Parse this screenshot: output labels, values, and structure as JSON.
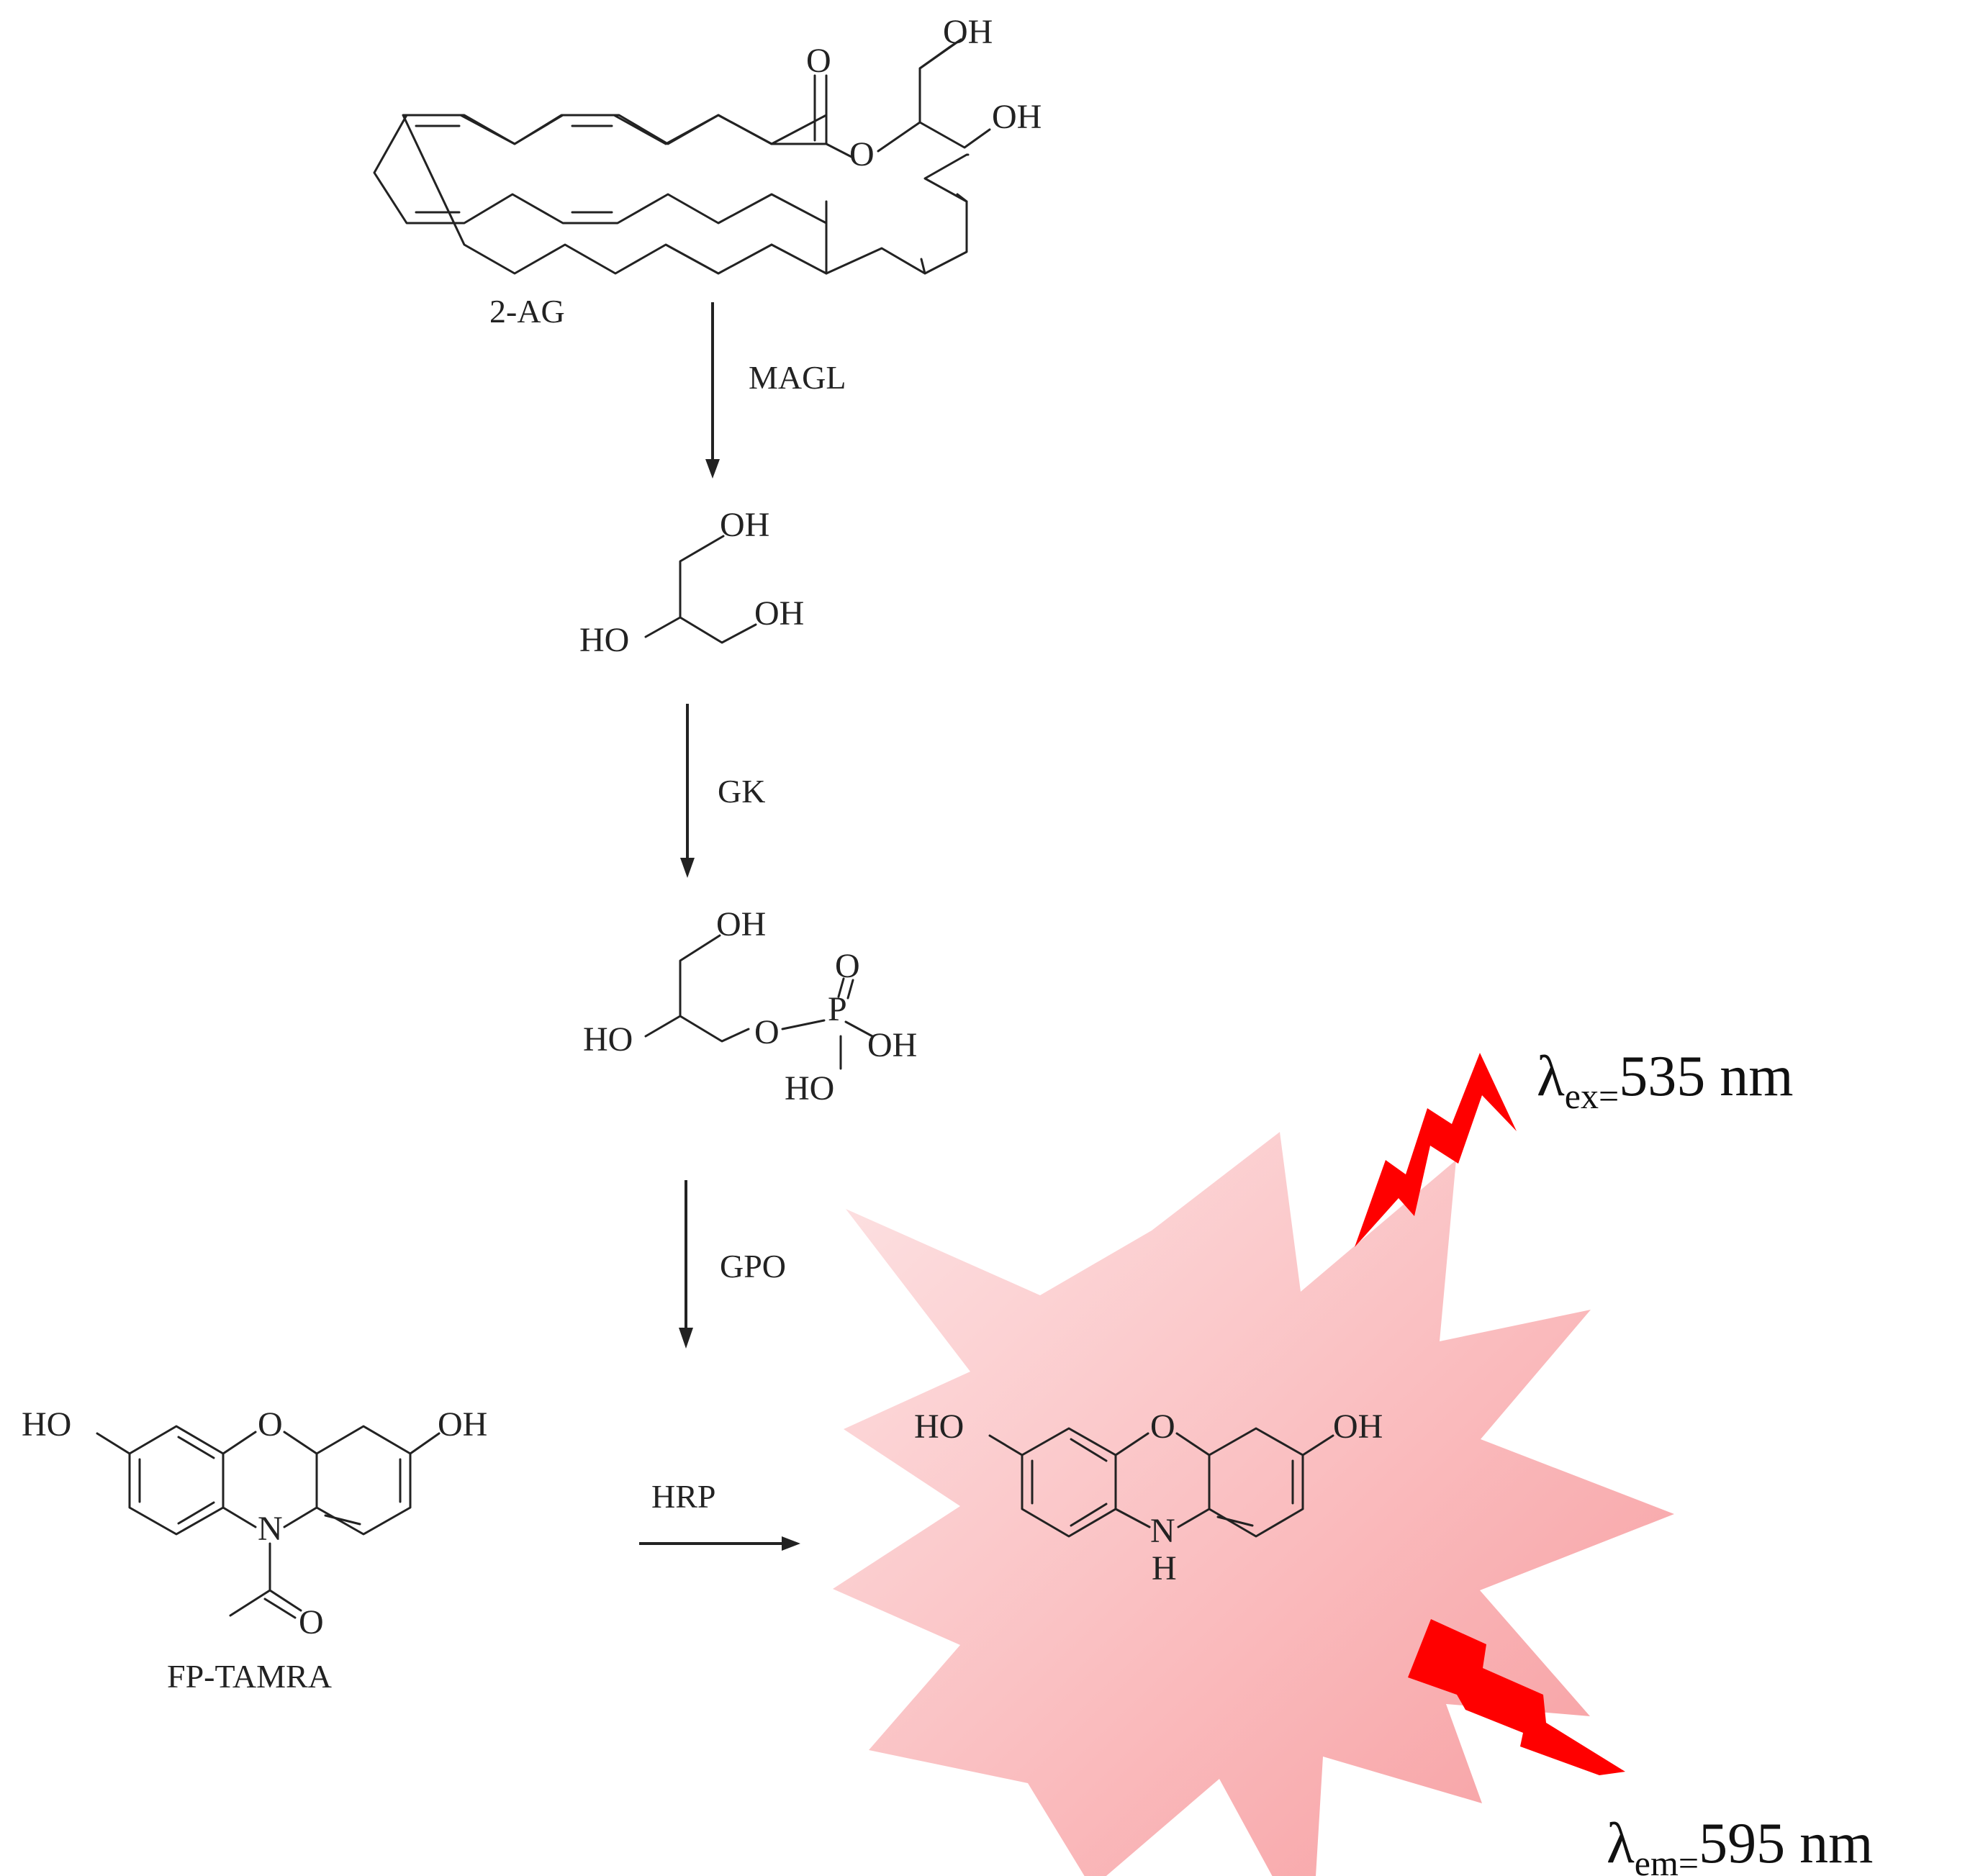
{
  "labels": {
    "substrate": "2-AG",
    "probe": "FP-TAMRA"
  },
  "enzymes": {
    "step1": "MAGL",
    "step2": "GK",
    "step3": "GPO",
    "step4": "HRP"
  },
  "atoms": {
    "oh": "OH",
    "ho": "HO",
    "o": "O",
    "p": "P",
    "n": "N",
    "h": "H"
  },
  "wavelengths": {
    "excitation": {
      "symbol": "λ",
      "subscript": "ex=",
      "value": "535 nm"
    },
    "emission": {
      "symbol": "λ",
      "subscript": "em=",
      "value": "595 nm"
    }
  },
  "colors": {
    "burst_light": "#fde3e4",
    "burst_dark": "#f7989b",
    "lightning": "#ff0000",
    "ink": "#222222"
  }
}
